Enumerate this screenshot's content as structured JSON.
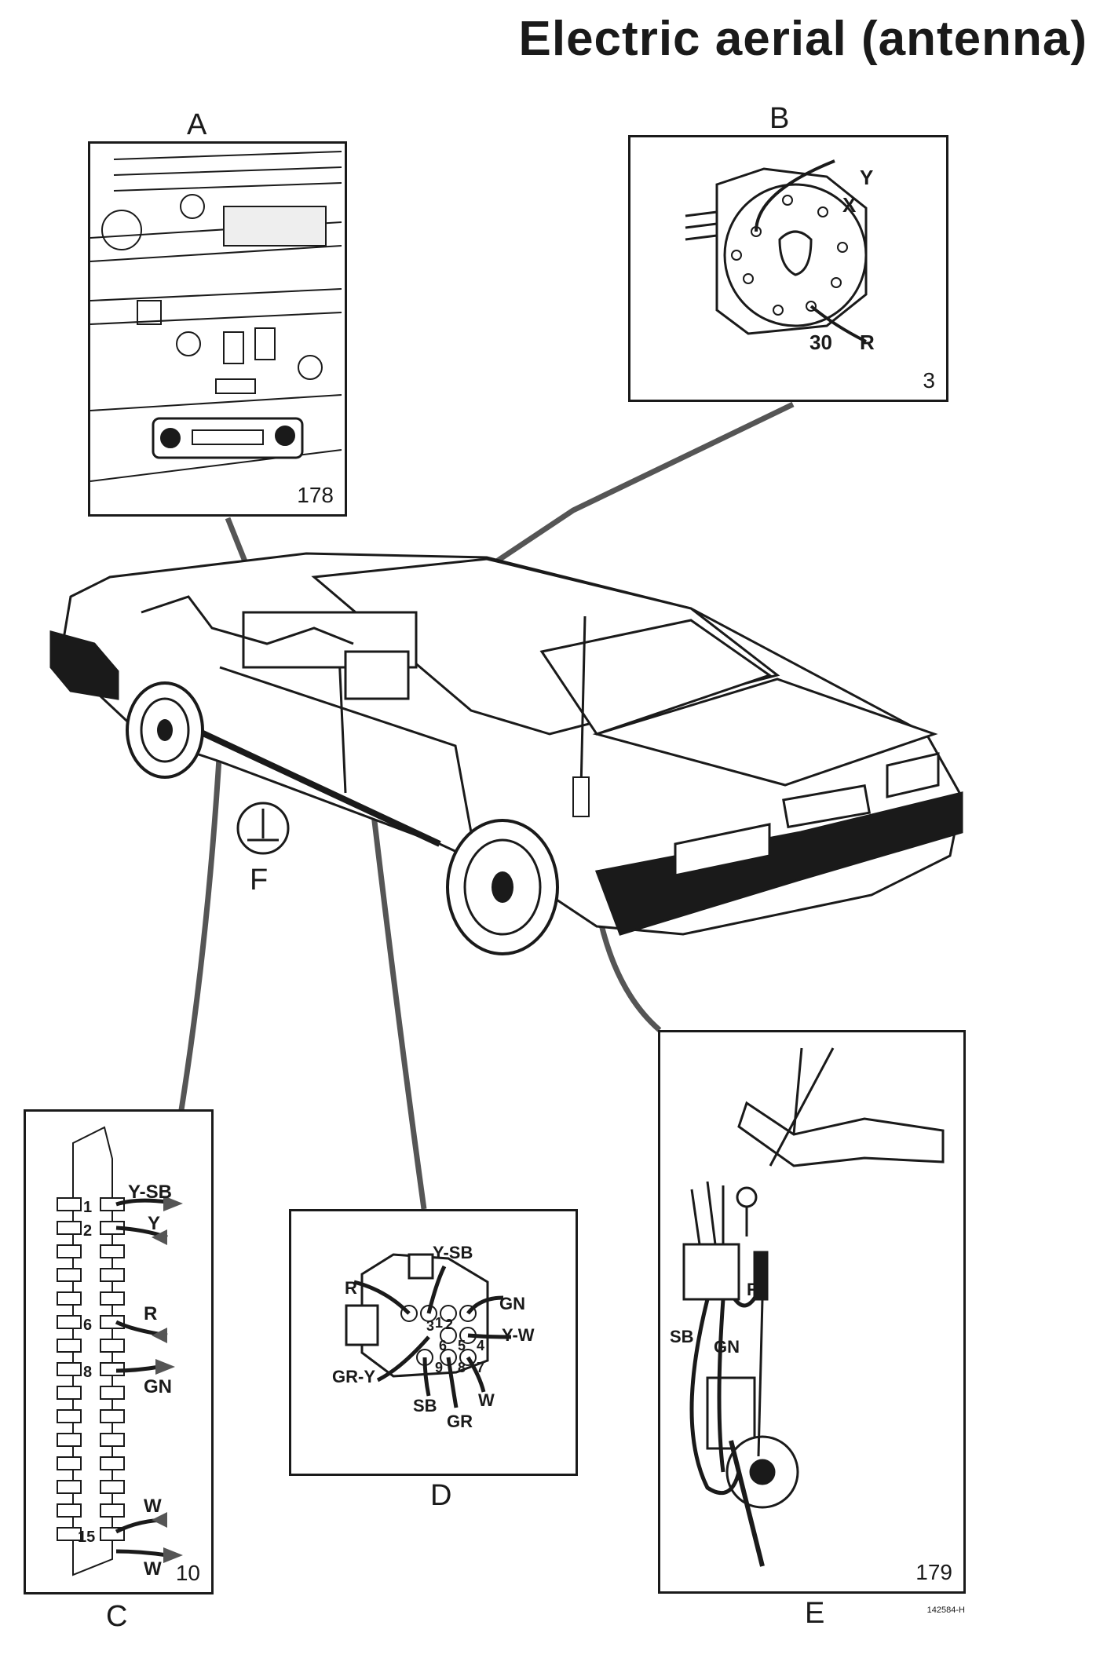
{
  "title": "Electric aerial (antenna)",
  "ref_code": "142584-H",
  "ground_label": "F",
  "panels": {
    "A": {
      "label": "A",
      "num": "178"
    },
    "B": {
      "label": "B",
      "num": "3",
      "wires": [
        "Y",
        "X",
        "30",
        "R"
      ]
    },
    "C": {
      "label": "C",
      "num": "10",
      "pins": [
        "1",
        "2",
        "6",
        "8",
        "15"
      ],
      "wires": [
        "Y-SB",
        "Y",
        "R",
        "GN",
        "W",
        "W"
      ]
    },
    "D": {
      "label": "D",
      "pins": [
        "1",
        "2",
        "3",
        "4",
        "5",
        "6",
        "7",
        "8",
        "9"
      ],
      "wires": [
        "Y-SB",
        "R",
        "GN",
        "Y-W",
        "GR-Y",
        "SB",
        "W",
        "GR"
      ]
    },
    "E": {
      "label": "E",
      "num": "179",
      "wires": [
        "R",
        "SB",
        "GN"
      ]
    }
  },
  "colors": {
    "ink": "#1a1a1a",
    "leader": "#555555"
  }
}
